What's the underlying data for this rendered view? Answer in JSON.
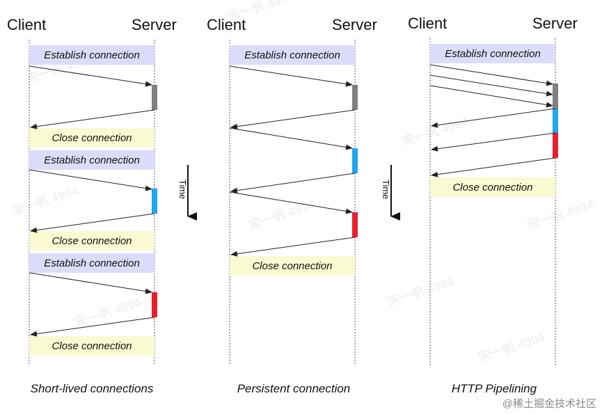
{
  "colors": {
    "establish_box": "#dcdcfa",
    "close_box": "#fafad2",
    "bar_gray": "#808080",
    "bar_blue": "#1fa6ee",
    "bar_red": "#e8202e",
    "line": "#222222",
    "lifeline": "#555555"
  },
  "panels": [
    {
      "client_label": "Client",
      "server_label": "Server",
      "caption": "Short-lived connections",
      "boxes": [
        {
          "kind": "establish",
          "label": "Establish connection"
        },
        {
          "kind": "close",
          "label": "Close connection"
        },
        {
          "kind": "establish",
          "label": "Establish connection"
        },
        {
          "kind": "close",
          "label": "Close connection"
        },
        {
          "kind": "establish",
          "label": "Establish connection"
        },
        {
          "kind": "close",
          "label": "Close connection"
        }
      ]
    },
    {
      "client_label": "Client",
      "server_label": "Server",
      "caption": "Persistent connection",
      "boxes": [
        {
          "kind": "establish",
          "label": "Establish connection"
        },
        {
          "kind": "close",
          "label": "Close connection"
        }
      ]
    },
    {
      "client_label": "Client",
      "server_label": "Server",
      "caption": "HTTP Pipelining",
      "boxes": [
        {
          "kind": "establish",
          "label": "Establish connection"
        },
        {
          "kind": "close",
          "label": "Close connection"
        }
      ]
    }
  ],
  "time_label": "Time",
  "watermark": "宋一帆 4994",
  "credit": "@稀土掘金技术社区"
}
